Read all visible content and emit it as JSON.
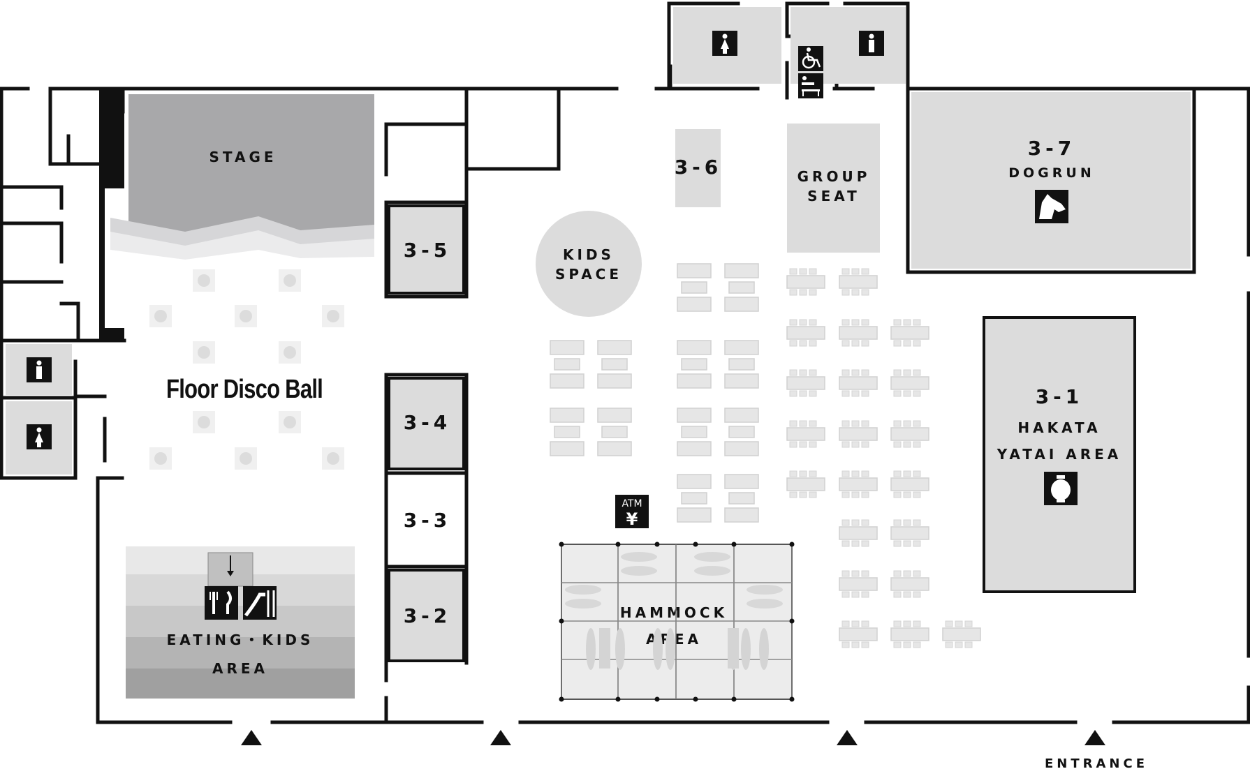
{
  "map": {
    "stage_label": "STAGE",
    "disco_label": "Floor Disco Ball",
    "kids_space": [
      "KIDS",
      "SPACE"
    ],
    "eating_kids_area": [
      "EATING・KIDS",
      "AREA"
    ],
    "hammock_area": [
      "HAMMOCK",
      "AREA"
    ],
    "group_seat": [
      "GROUP",
      "SEAT"
    ],
    "dogrun": {
      "number": "3-7",
      "label": "DOGRUN",
      "icon": "dog-icon"
    },
    "hakata": {
      "number": "3-1",
      "label_lines": [
        "HAKATA",
        "YATAI AREA"
      ],
      "icon": "lantern-icon"
    },
    "booths": [
      {
        "id": "3-5",
        "label": "3-5"
      },
      {
        "id": "3-4",
        "label": "3-4"
      },
      {
        "id": "3-3",
        "label": "3-3"
      },
      {
        "id": "3-2",
        "label": "3-2"
      },
      {
        "id": "3-6",
        "label": "3-6"
      }
    ],
    "atm": {
      "label": "ATM",
      "symbol": "¥"
    },
    "entrance_label": "ENTRANCE",
    "icons": [
      "restroom-icon",
      "wheelchair-icon",
      "baby-changing-icon",
      "cutlery-icon",
      "slide-icon",
      "atm-icon",
      "entrance-arrow-icon"
    ],
    "colors": {
      "wall": "#111111",
      "zone_gray": "#dcdcdc",
      "stage_gray": "#a8a8aa",
      "furniture": "#e6e6e6"
    }
  }
}
